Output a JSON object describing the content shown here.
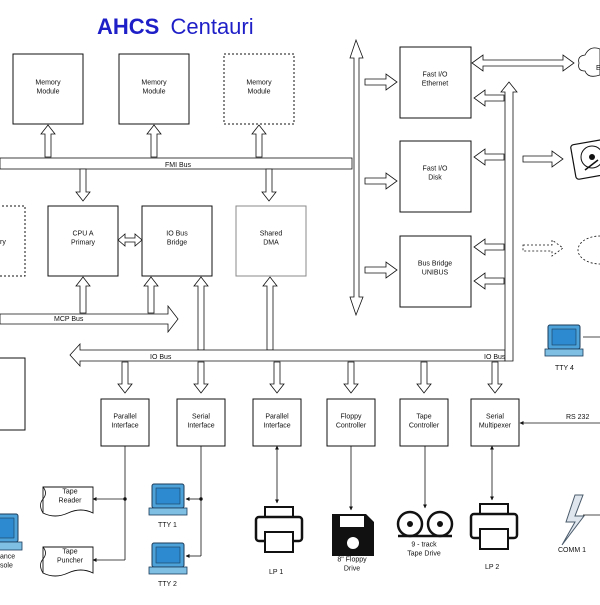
{
  "title": {
    "bold": "AHCS",
    "regular": "Centauri"
  },
  "memory_modules": [
    "Memory\nModule",
    "Memory\nModule",
    "Memory\nModule"
  ],
  "buses": {
    "fmi": "FMI Bus",
    "mcp": "MCP Bus",
    "io_left": "IO Bus",
    "io_right": "IO Bus"
  },
  "cpu_row": {
    "partial_left": "ry",
    "cpu": "CPU A\nPrimary",
    "io_bridge": "IO Bus\nBridge",
    "shared_dma": "Shared\nDMA"
  },
  "right_column": {
    "ethernet": "Fast I/O\nEthernet",
    "disk": "Fast I/O\nDisk",
    "unibus": "Bus Bridge\nUNIBUS",
    "cloud_top_partial": "E"
  },
  "interfaces": [
    "Parallel\nInterface",
    "Serial\nInterface",
    "Parallel\nInterface",
    "Floppy\nController",
    "Tape\nController",
    "Serial\nMultipexer"
  ],
  "devices": {
    "tape_reader": "Tape\nReader",
    "tape_puncher": "Tape\nPuncher",
    "tty1": "TTY 1",
    "tty2": "TTY 2",
    "lp1": "LP 1",
    "floppy": "8\" Floppy\nDrive",
    "tape_drive": "9 - track\nTape Drive",
    "lp2": "LP 2",
    "comm1": "COMM 1",
    "tty4": "TTY 4",
    "rs232": "RS 232",
    "console_partial": "ance\nsole"
  }
}
